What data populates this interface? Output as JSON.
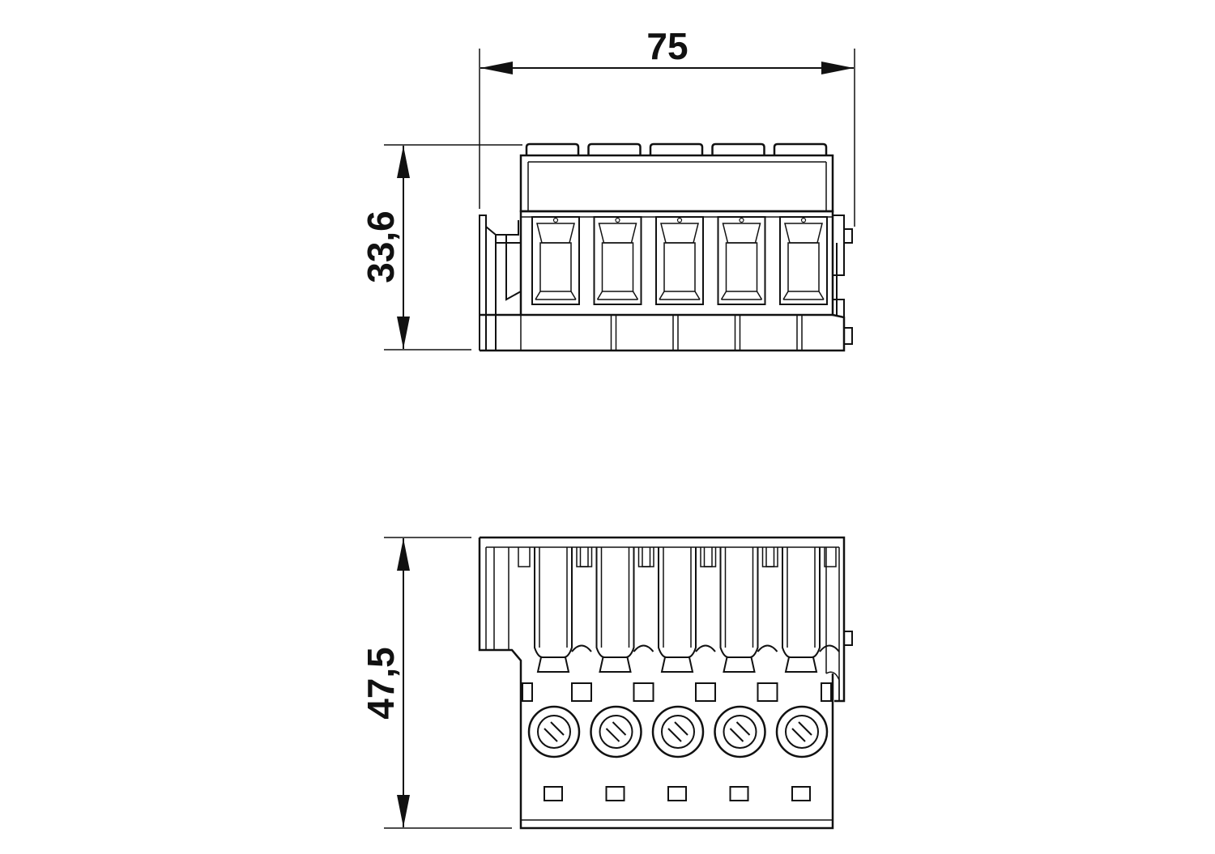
{
  "dimensions": {
    "width": "75",
    "side_height": "33,6",
    "front_height": "47,5"
  },
  "views": {
    "side_view": {
      "terminal_count": 5
    },
    "front_view": {
      "screw_count": 5
    }
  },
  "colors": {
    "line": "#111111",
    "background": "#ffffff"
  }
}
